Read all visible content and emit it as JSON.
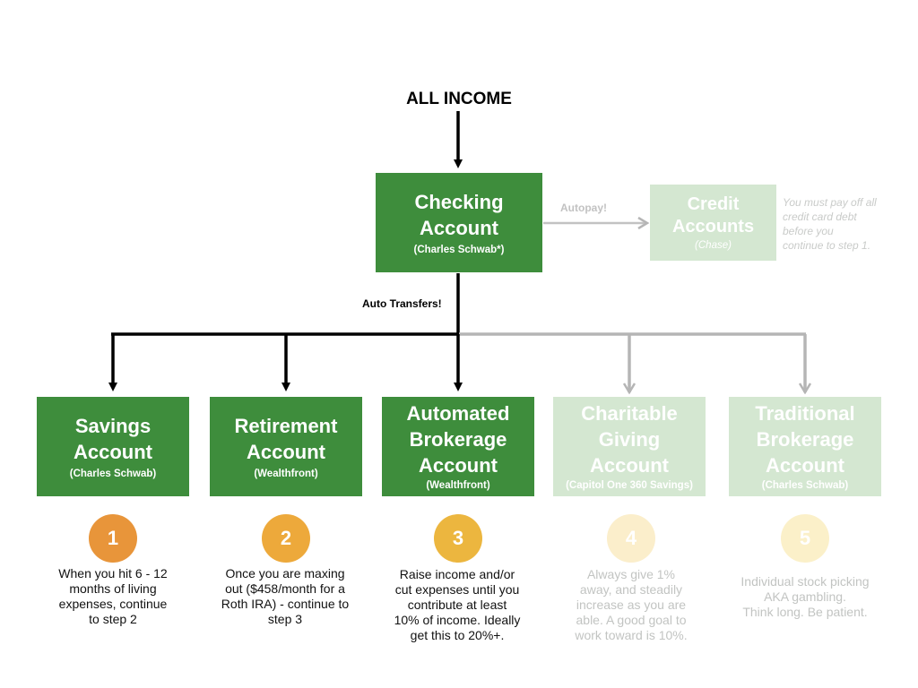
{
  "title": "ALL INCOME",
  "checking": {
    "lines": [
      "Checking",
      "Account"
    ],
    "sub": "(Charles Schwab*)"
  },
  "autopay_label": "Autopay!",
  "credit": {
    "lines": [
      "Credit",
      "Accounts"
    ],
    "sub": "(Chase)",
    "note": [
      "You must pay off all",
      "credit card debt",
      "before you",
      "continue to step 1."
    ]
  },
  "auto_transfers_label": "Auto Transfers!",
  "accounts": [
    {
      "lines": [
        "Savings",
        "Account"
      ],
      "sub": "(Charles Schwab)",
      "step": "1",
      "desc": [
        "When you hit 6 - 12",
        "months of living",
        "expenses, continue",
        "to step 2"
      ]
    },
    {
      "lines": [
        "Retirement",
        "Account"
      ],
      "sub": "(Wealthfront)",
      "step": "2",
      "desc": [
        "Once you are maxing",
        "out ($458/month for a",
        "Roth IRA) - continue to",
        "step 3"
      ]
    },
    {
      "lines": [
        "Automated",
        "Brokerage",
        "Account"
      ],
      "sub": "(Wealthfront)",
      "step": "3",
      "desc": [
        "Raise income and/or",
        "cut expenses until you",
        "contribute at least",
        "10% of income. Ideally",
        "get this to 20%+."
      ]
    },
    {
      "lines": [
        "Charitable",
        "Giving",
        "Account"
      ],
      "sub": "(Capitol One 360 Savings)",
      "step": "4",
      "desc": [
        "Always give 1%",
        "away, and steadily",
        "increase as you are",
        "able. A good goal to",
        "work toward is 10%."
      ]
    },
    {
      "lines": [
        "Traditional",
        "Brokerage",
        "Account"
      ],
      "sub": "(Charles Schwab)",
      "step": "5",
      "desc": [
        "Individual stock picking",
        "AKA gambling.",
        "Think long. Be patient."
      ]
    }
  ],
  "colors": {
    "box_active": "#3e8d3c",
    "box_faded": "#d4e7d1",
    "step1": "#e8953a",
    "step2": "#eda93b",
    "step3": "#ecb63f",
    "step4": "#fbeecb",
    "step5": "#fbf0c9"
  }
}
